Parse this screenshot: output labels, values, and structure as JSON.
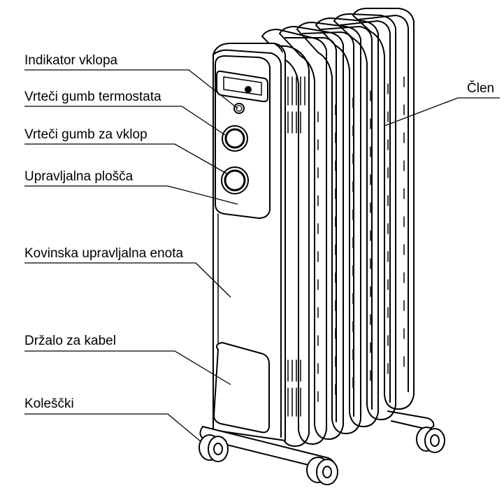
{
  "labels": {
    "indicator": "Indikator vklopa",
    "thermostat_knob": "Vrteči gumb termostata",
    "power_knob": "Vrteči gumb za vklop",
    "control_panel": "Upravljalna plošča",
    "metal_control_unit": "Kovinska upravljalna enota",
    "cable_holder": "Držalo za kabel",
    "wheels": "Koleščki",
    "fin": "Člen"
  },
  "colors": {
    "line": "#000000",
    "background": "#ffffff"
  }
}
